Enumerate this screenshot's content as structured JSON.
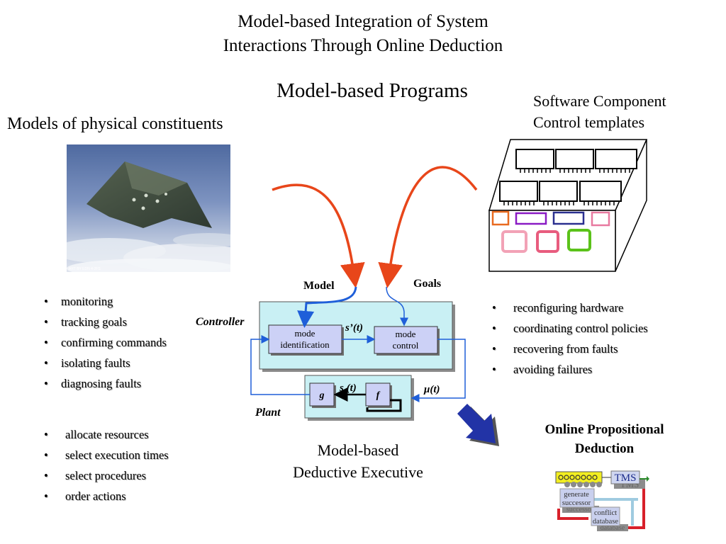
{
  "slide": {
    "title_line1": "Model-based Integration of System",
    "title_line2": "Interactions Through Online Deduction",
    "subtitle": "Model-based Programs"
  },
  "left": {
    "heading": "Models of physical constituents",
    "image_caption": "ART BY EDN 4-2FS",
    "bullets_top": [
      "monitoring",
      "tracking goals",
      "confirming commands",
      "isolating faults",
      "diagnosing faults"
    ],
    "bullets_bottom": [
      "allocate resources",
      "select execution times",
      "select procedures",
      "order actions"
    ]
  },
  "right": {
    "heading_line1": "Software Component",
    "heading_line2": "Control templates",
    "bullets": [
      "reconfiguring hardware",
      "coordinating control policies",
      "recovering from faults",
      "avoiding failures"
    ]
  },
  "executive": {
    "model_label": "Model",
    "goals_label": "Goals",
    "controller_label": "Controller",
    "plant_label": "Plant",
    "mode_identification_line1": "mode",
    "mode_identification_line2": "identification",
    "mode_control_line1": "mode",
    "mode_control_line2": "control",
    "sprime_label": "s’(t)",
    "s_label": "s (t)",
    "mu_label": "μ(t)",
    "g_label": "g",
    "f_label": "f",
    "caption_line1": "Model-based",
    "caption_line2": "Deductive Executive"
  },
  "deduction": {
    "caption_line1": "Online Propositional",
    "caption_line2": "Deduction",
    "tms_label": "TMS",
    "tms_shadow": "TMS",
    "generate_line1": "generate",
    "generate_line2": "successor",
    "generate_shadow": "successor",
    "conflict_line1": "conflict",
    "conflict_line2": "database",
    "conflict_shadow": "database"
  },
  "colors": {
    "red_arrow": "#e8461a",
    "blue_arrow": "#1f5fd9",
    "panel_fill": "#c9f0f4",
    "box_fill": "#ccd1f6",
    "big_arrow": "#2233a6"
  }
}
